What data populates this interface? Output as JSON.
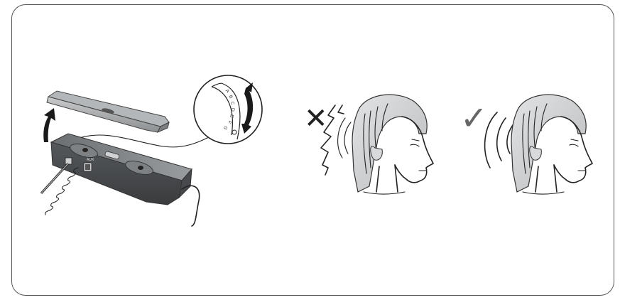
{
  "figure": {
    "dial_letters": [
      "A",
      "B",
      "C",
      "D",
      "E",
      "F",
      "G"
    ],
    "port_labels": [
      "",
      "AUX"
    ],
    "brand_label": "",
    "incorrect_mark": "✕",
    "correct_mark": "✓"
  }
}
